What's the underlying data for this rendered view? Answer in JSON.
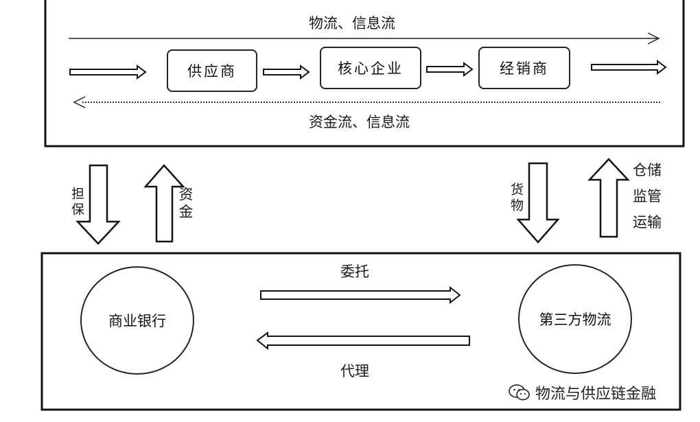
{
  "top_panel": {
    "top_flow_label": "物流、信息流",
    "bottom_flow_label": "资金流、信息流",
    "nodes": [
      "供应商",
      "核心企业",
      "经销商"
    ]
  },
  "bottom_panel": {
    "bank": "商业银行",
    "logistics": "第三方物流",
    "entrust_label": "委托",
    "agency_label": "代理"
  },
  "links": {
    "guarantee": "担保",
    "funds": "资金",
    "goods": "货物",
    "services": [
      "仓储",
      "监管",
      "运输"
    ]
  },
  "watermark": "物流与供应链金融"
}
